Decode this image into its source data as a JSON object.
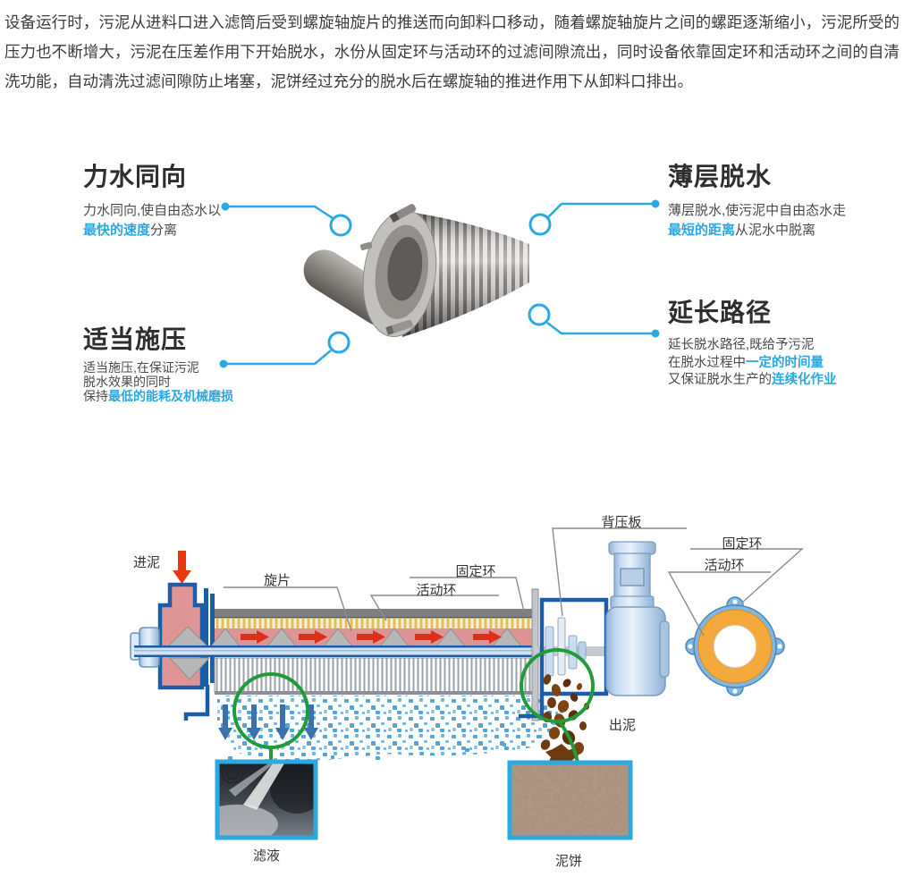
{
  "intro": {
    "text": "设备运行时，污泥从进料口进入滤筒后受到螺旋轴旋片的推送而向卸料口移动，随着螺旋轴旋片之间的螺距逐渐缩小，污泥所受的压力也不断增大，污泥在压差作用下开始脱水，水份从固定环与活动环的过滤间隙流出，同时设备依靠固定环和活动环之间的自清洗功能，自动清洗过滤间隙防止堵塞，泥饼经过充分的脱水后在螺旋轴的推进作用下从卸料口排出。"
  },
  "features": {
    "f1": {
      "title": "力水同向",
      "l1": "力水同向,使自由态水以",
      "l2_hl": "最快的速度",
      "l2": "分离"
    },
    "f2": {
      "title": "薄层脱水",
      "l1": "薄层脱水,使污泥中自由态水走",
      "l2_hl": "最短的距离",
      "l2": "从泥水中脱离"
    },
    "f3": {
      "title": "适当施压",
      "l1": "适当施压,在保证污泥",
      "l2": "脱水效果的同时",
      "l3": "保持",
      "l3_hl": "最低的能耗及机械磨损"
    },
    "f4": {
      "title": "延长路径",
      "l1": "延长脱水路径,既给予污泥",
      "l2": "在脱水过程中",
      "l2_hl": "一定的时间量",
      "l3": "又保证脱水生产的",
      "l3_hl": "连续化作业"
    }
  },
  "diagram": {
    "feed": "进泥",
    "blade": "旋片",
    "fixed_ring": "固定环",
    "moving_ring": "活动环",
    "back_plate": "背压板",
    "ring_fixed": "固定环",
    "ring_moving": "活动环",
    "discharge": "出泥",
    "filtrate": "滤液",
    "cake": "泥饼"
  },
  "colors": {
    "accent_blue": "#29a9e2",
    "diagram_blue": "#1d5ca8",
    "sludge_pink": "#df9595",
    "ring_orange": "#f4a93c",
    "highlight_green": "#1f9b38",
    "arrow_red": "#df2f1a"
  }
}
